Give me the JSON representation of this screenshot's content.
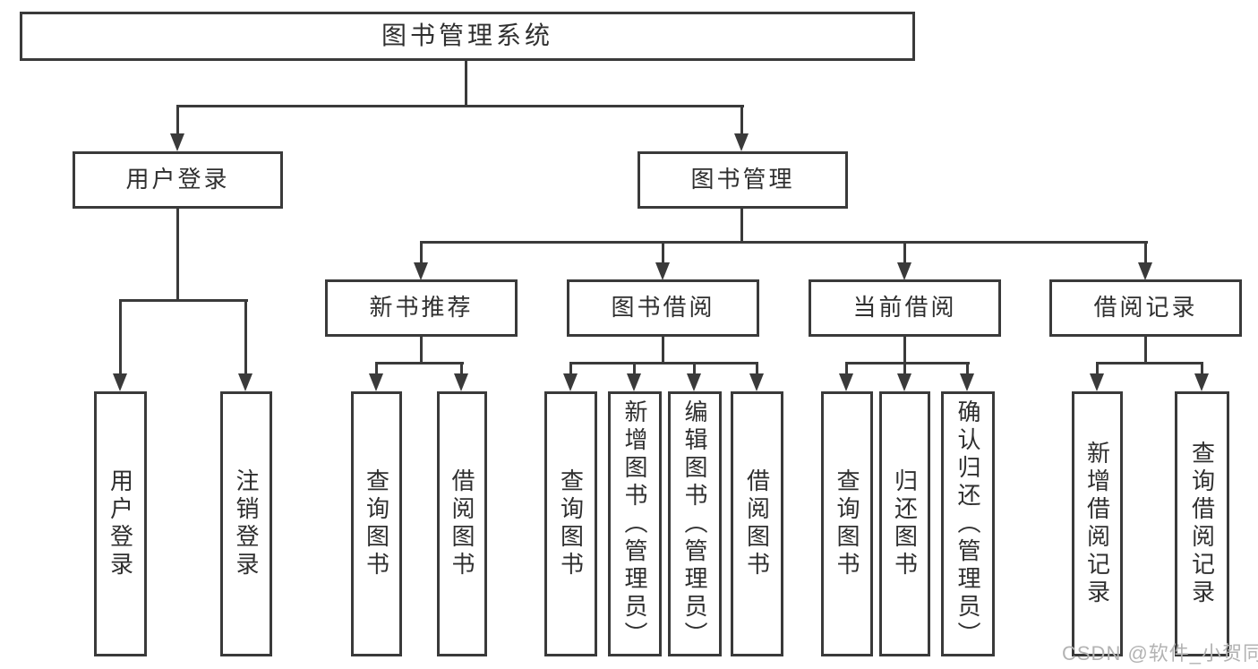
{
  "diagram": {
    "root": "图书管理系统",
    "user_login": {
      "label": "用户登录",
      "children": [
        "用户登录",
        "注销登录"
      ]
    },
    "book_management": {
      "label": "图书管理",
      "sections": [
        {
          "label": "新书推荐",
          "children": [
            "查询图书",
            "借阅图书"
          ]
        },
        {
          "label": "图书借阅",
          "children": [
            "查询图书",
            "新增图书（管理员）",
            "编辑图书（管理员）",
            "借阅图书"
          ]
        },
        {
          "label": "当前借阅",
          "children": [
            "查询图书",
            "归还图书",
            "确认归还（管理员）"
          ]
        },
        {
          "label": "借阅记录",
          "children": [
            "新增借阅记录",
            "查询借阅记录"
          ]
        }
      ]
    }
  },
  "watermark": "CSDN @软件_小贺同学",
  "colors": {
    "line": "#3a3a3a",
    "text": "#2f2f2f",
    "watermark": "#b3b3b3",
    "background": "#ffffff"
  }
}
